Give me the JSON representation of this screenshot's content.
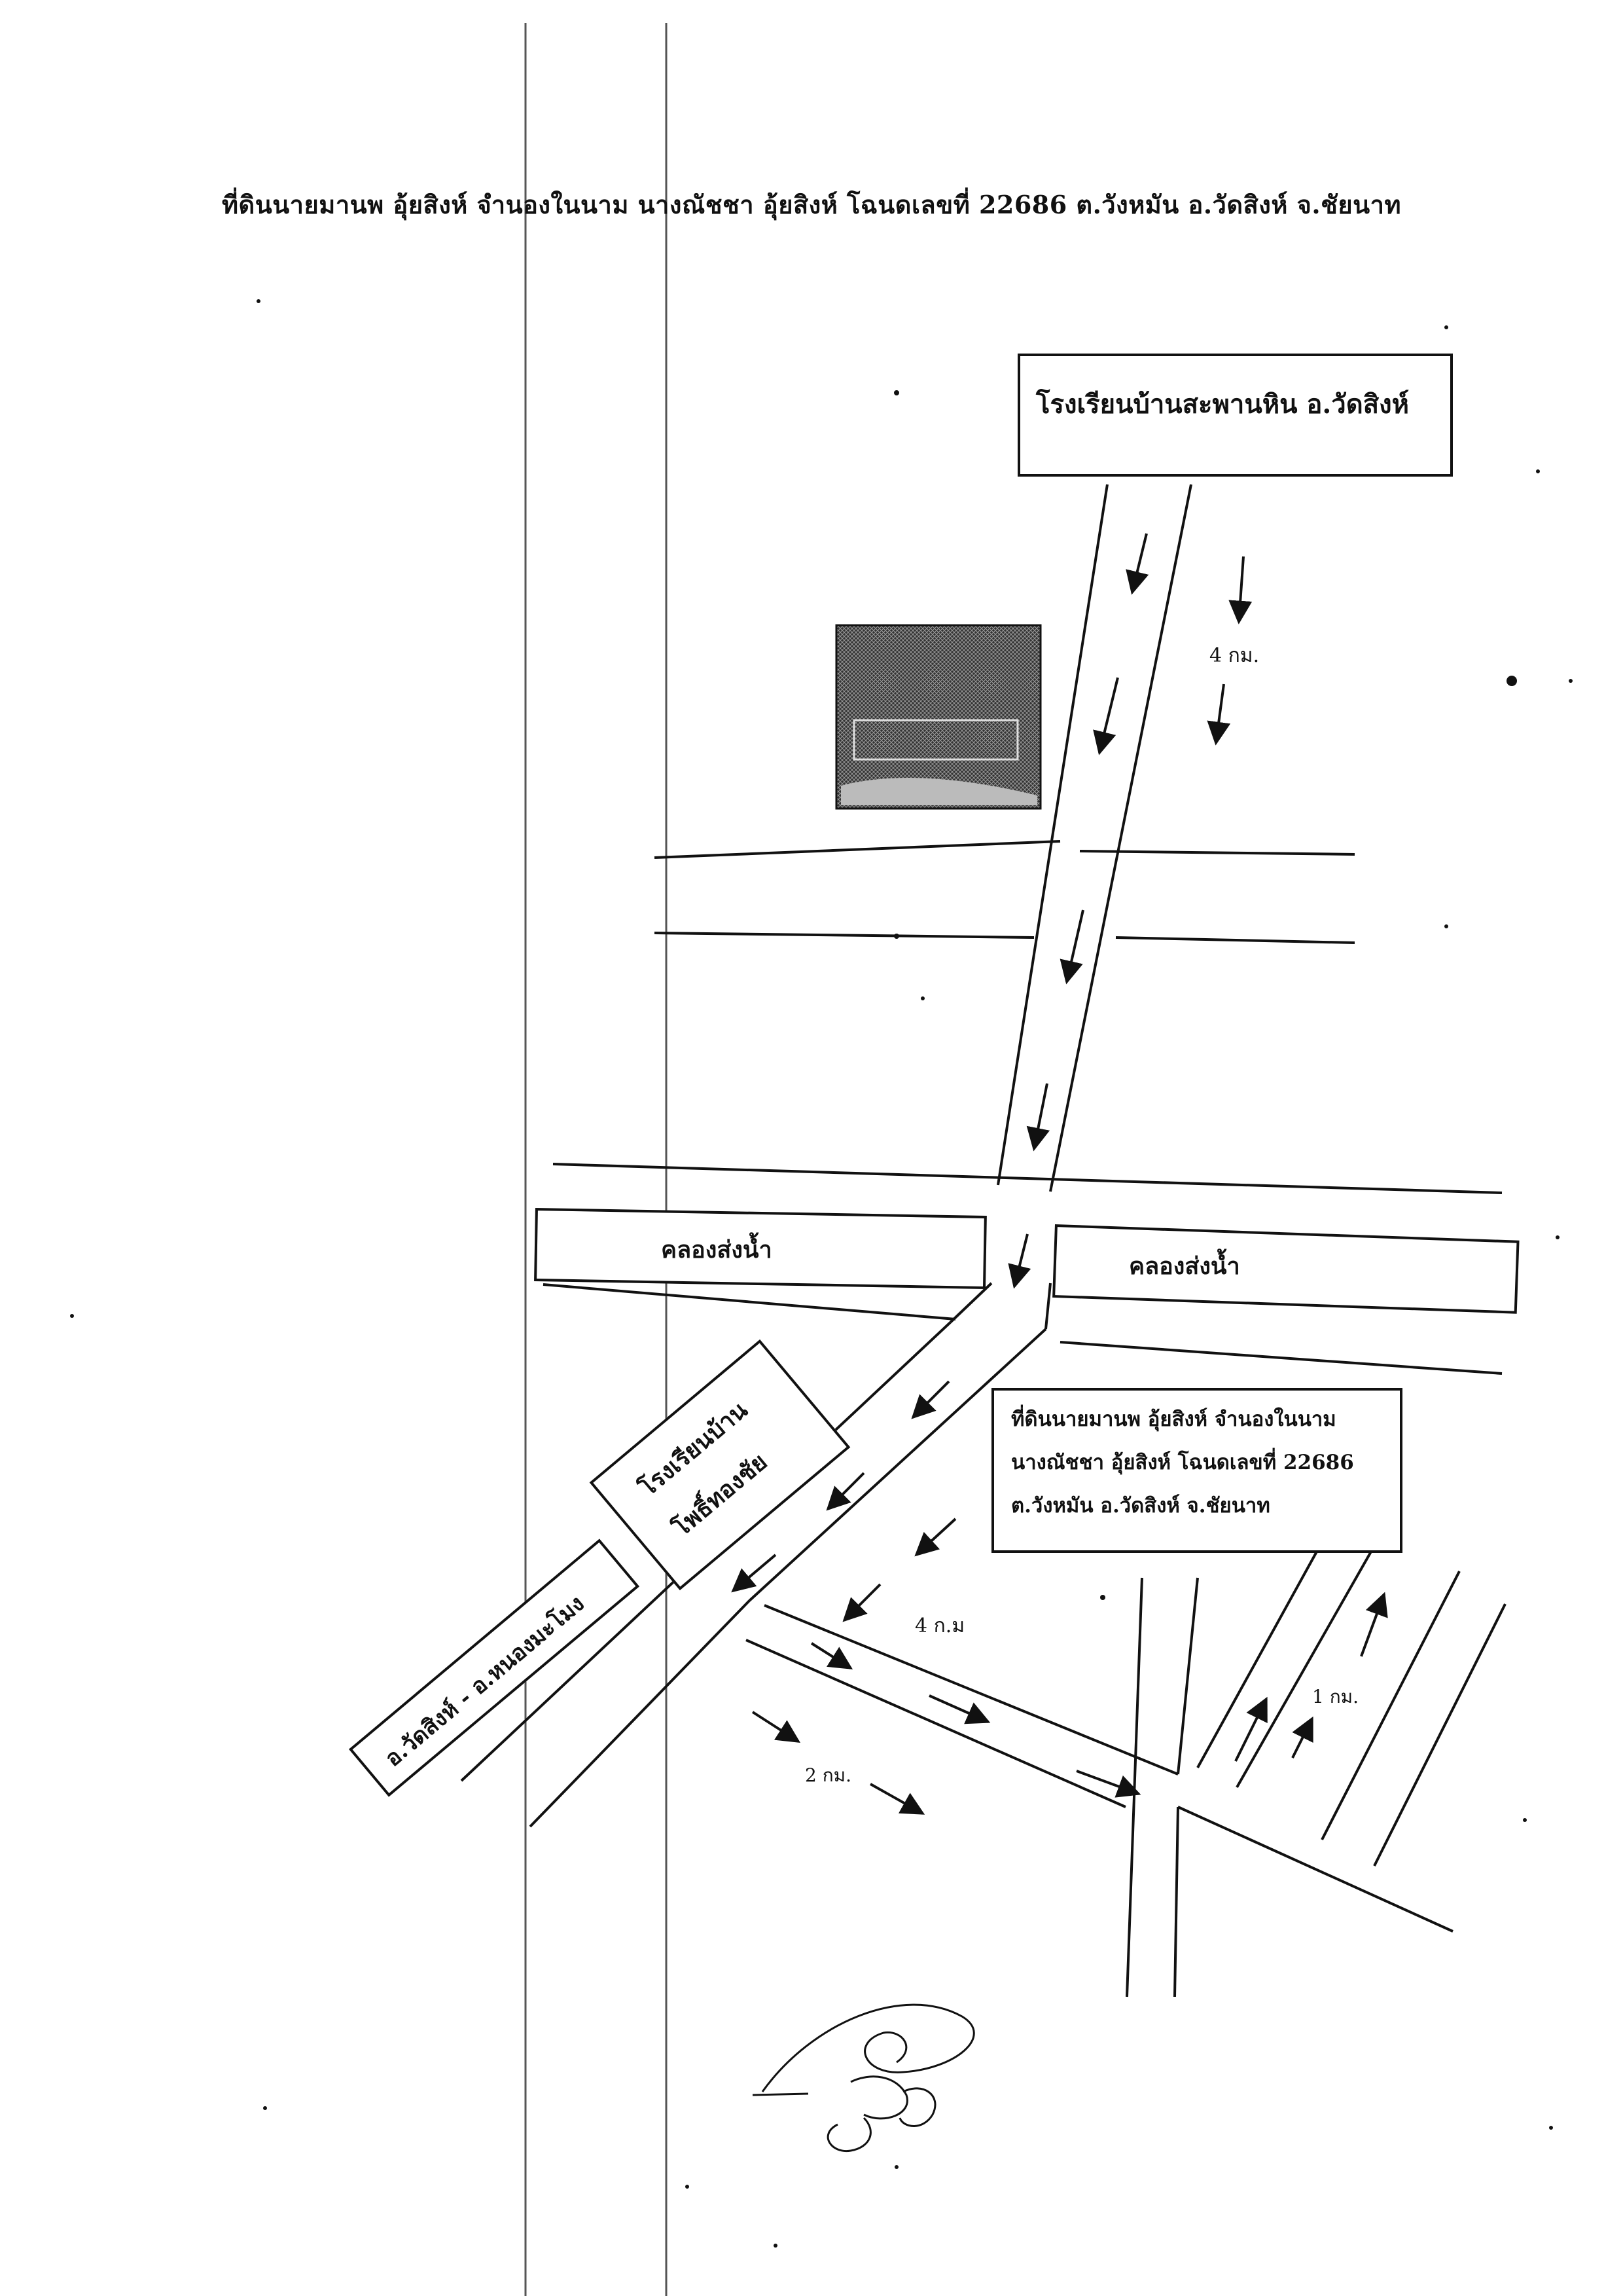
{
  "header": {
    "corner_scribble_left": "",
    "corner_scribble_right": "",
    "title": "ที่ดินนายมานพ อุ้ยสิงห์ จำนองในนาม นางณัชชา อุ้ยสิงห์   โฉนดเลขที่ 22686  ต.วังหมัน อ.วัดสิงห์ จ.ชัยนาท"
  },
  "map": {
    "school_top": "โรงเรียนบ้านสะพานหิน อ.วัดสิงห์",
    "canal_left": "คลองส่งน้ำ",
    "canal_right": "คลองส่งน้ำ",
    "school_left_line1": "โรงเรียนบ้าน",
    "school_left_line2": "โพธิ์ทองชัย",
    "road_sign": "อ.วัดสิงห์ - อ.หนองมะโมง",
    "plot_label": {
      "line1": "ที่ดินนายมานพ อุ้ยสิงห์ จำนองในนาม",
      "line2": "นางณัชชา อุ้ยสิงห์   โฉนดเลขที่ 22686",
      "line3": "ต.วังหมัน อ.วัดสิงห์ จ.ชัยนาท"
    },
    "distances": {
      "north": "4 กม.",
      "southwest": "4 ก.ม",
      "south": "2 กม.",
      "east": "1 กม."
    }
  },
  "colors": {
    "ink": "#111111",
    "paper": "#ffffff"
  }
}
